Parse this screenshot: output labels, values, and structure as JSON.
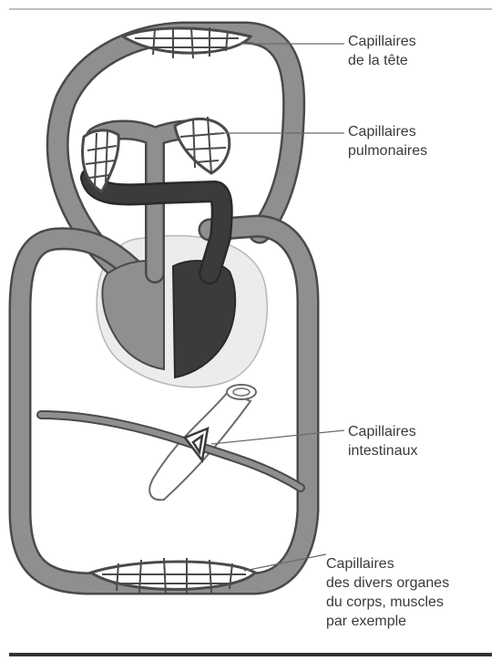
{
  "colors": {
    "vessel": "#8f8f8f",
    "vessel_dark": "#3b3b3b",
    "vessel_outline": "#4a4a4a",
    "heart_bg": "#ececec",
    "leader": "#6b6b6b",
    "text": "#3a3a3a"
  },
  "labels": {
    "head": [
      "Capillaires",
      "de la tête"
    ],
    "lungs": [
      "Capillaires",
      "pulmonaires"
    ],
    "intestine": [
      "Capillaires",
      "intestinaux"
    ],
    "body": [
      "Capillaires",
      "des divers organes",
      "du corps, muscles",
      "par exemple"
    ]
  }
}
